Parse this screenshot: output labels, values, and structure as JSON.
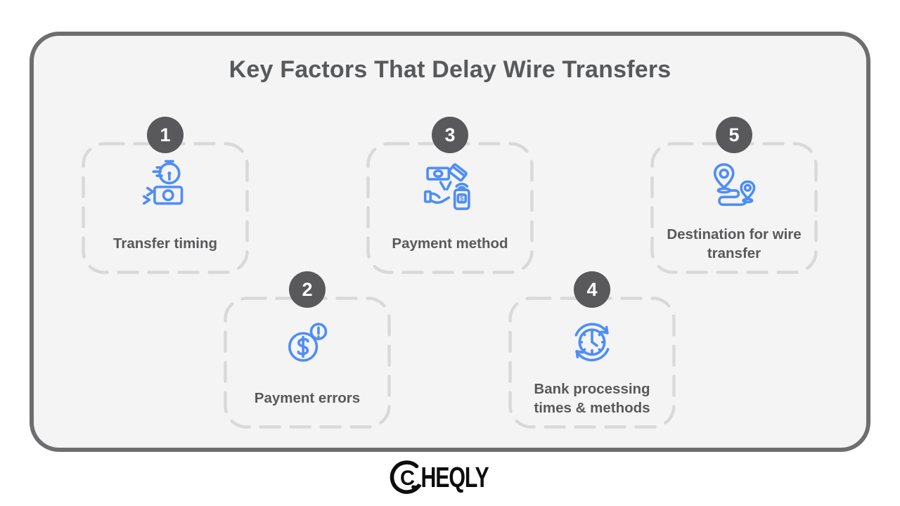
{
  "title": "Key Factors That Delay Wire Transfers",
  "colors": {
    "accent_blue": "#4e8df7",
    "badge_bg": "#59595b",
    "badge_text": "#ffffff",
    "text_gray": "#58595b",
    "panel_bg": "#f4f4f4",
    "panel_border": "#6e6e70",
    "dash_gray": "#d9d9da",
    "logo_black": "#0d0d0d",
    "page_bg": "#ffffff"
  },
  "factors": [
    {
      "number": "1",
      "label": "Transfer timing",
      "icon": "fast-money-transfer-icon"
    },
    {
      "number": "2",
      "label": "Payment errors",
      "icon": "payment-error-icon"
    },
    {
      "number": "3",
      "label": "Payment method",
      "icon": "payment-method-icon"
    },
    {
      "number": "4",
      "label": "Bank processing times & methods",
      "icon": "processing-clock-icon"
    },
    {
      "number": "5",
      "label": "Destination for wire transfer",
      "icon": "route-destination-icon"
    }
  ],
  "logo": {
    "first_letter": "C",
    "rest": "HEQLY"
  }
}
